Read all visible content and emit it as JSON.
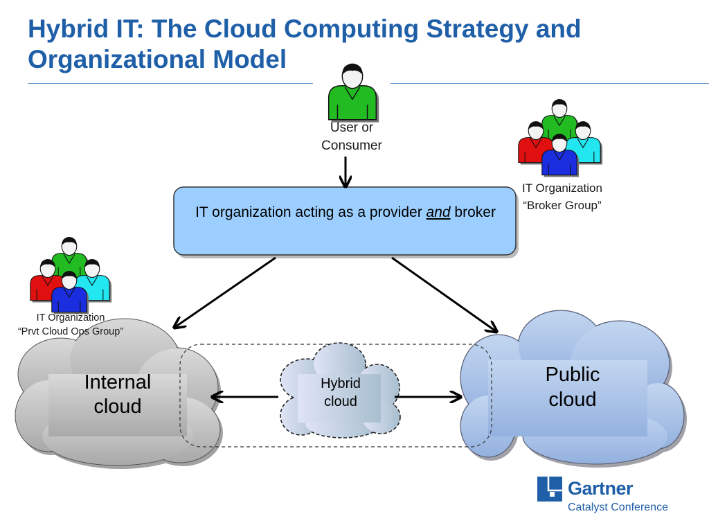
{
  "slide": {
    "title": "Hybrid IT: The Cloud Computing Strategy and Organizational Model"
  },
  "user": {
    "line1": "User or",
    "line2": "Consumer"
  },
  "broker_group": {
    "line1": "IT Organization",
    "line2": "“Broker Group”"
  },
  "ops_group": {
    "line1": "IT Organization",
    "line2": "“Prvt Cloud Ops Group”"
  },
  "provider_box": {
    "text_before": "IT organization acting as a provider ",
    "emphasis": "and",
    "text_after": " broker"
  },
  "clouds": {
    "internal": {
      "line1": "Internal",
      "line2": "cloud"
    },
    "hybrid": {
      "line1": "Hybrid",
      "line2": "cloud"
    },
    "public": {
      "line1": "Public",
      "line2": "cloud"
    }
  },
  "logo": {
    "name": "Gartner",
    "subtitle": "Catalyst Conference"
  },
  "colors": {
    "title": "#1f5fa8",
    "box_fill": "#9ccfff",
    "internal_cloud": "#b9b9b9",
    "public_cloud": "#a9c2e6",
    "hybrid_cloud": "#c8d4ea",
    "person_green": "#22bb22",
    "person_red": "#e01010",
    "person_cyan": "#22e6f0",
    "person_blue": "#1a2ee0"
  }
}
